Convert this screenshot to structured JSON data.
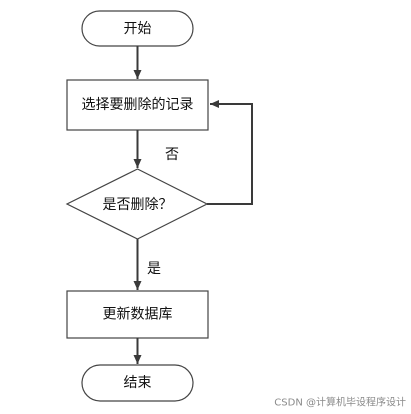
{
  "nodes": {
    "start": "开始",
    "select_record": "选择要删除的记录",
    "decision": "是否删除？",
    "update_db": "更新数据库",
    "end": "结束"
  },
  "edges": {
    "no_label": "否",
    "yes_label": "是"
  },
  "watermark": "CSDN @计算机毕设程序设计"
}
